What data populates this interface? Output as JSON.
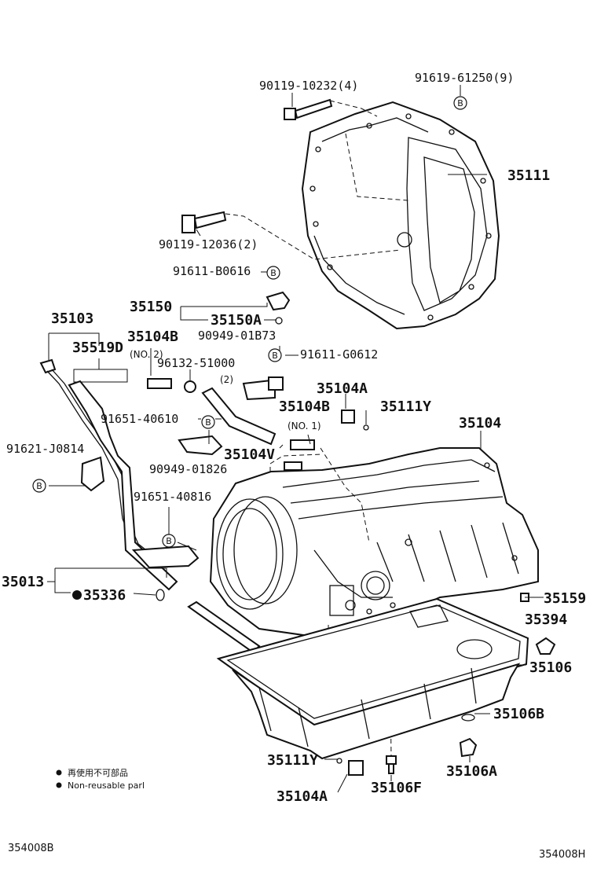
{
  "labels": {
    "p90119_10232": "90119-10232(4)",
    "p91619_61250": "91619-61250(9)",
    "p35111": "35111",
    "p90119_12036": "90119-12036(2)",
    "p91611_B0616": "91611-B0616",
    "p35150": "35150",
    "p35150A": "35150A",
    "p35103": "35103",
    "p35104B_top": "35104B",
    "no2": "(NO. 2)",
    "p90949_01B73": "90949-01B73",
    "p35519D": "35519D",
    "p96132_51000": "96132-51000",
    "qty2": "(2)",
    "p91611_G0612": "91611-G0612",
    "p35104A_top": "35104A",
    "p35104B_mid": "35104B",
    "p35111Y_top": "35111Y",
    "p35104": "35104",
    "p91651_40610": "91651-40610",
    "no1": "(NO. 1)",
    "p91621_J0814": "91621-J0814",
    "p35104V": "35104V",
    "p90949_01826": "90949-01826",
    "p91651_40816": "91651-40816",
    "p35013": "35013",
    "p35336": "35336",
    "p35159": "35159",
    "p35394": "35394",
    "p35106": "35106",
    "p35106B": "35106B",
    "p35111Y_bot": "35111Y",
    "p35106A": "35106A",
    "p35104A_bot": "35104A",
    "p35106F": "35106F"
  },
  "bolt_marker": "B",
  "legend": {
    "jp": "再使用不可部品",
    "en": "Non-reusable parl"
  },
  "codes": {
    "left": "354008B",
    "right": "354008H"
  }
}
